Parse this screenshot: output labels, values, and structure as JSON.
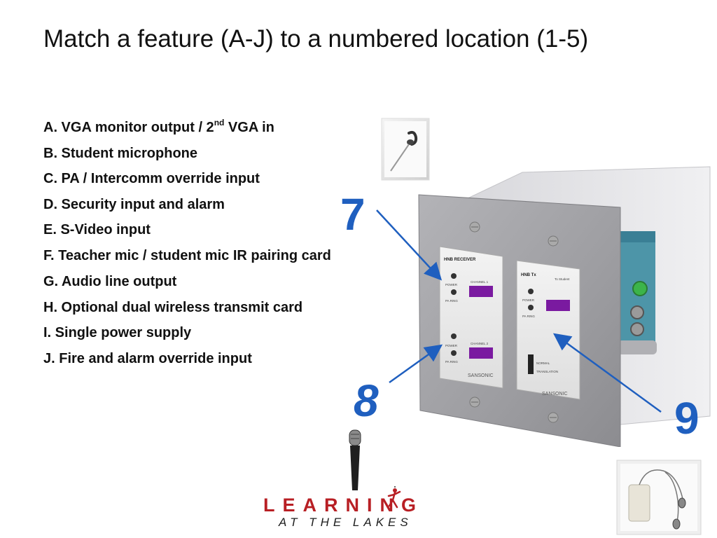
{
  "slide": {
    "title": "Match a feature (A-J) to a numbered location (1-5)",
    "features": [
      {
        "prefix": "A.  VGA monitor output / 2",
        "sup": "nd",
        "suffix": " VGA in"
      },
      {
        "text": "B.  Student microphone"
      },
      {
        "text": "C.  PA / Intercomm override input"
      },
      {
        "text": "D.  Security input and alarm"
      },
      {
        "text": "E.  S-Video input"
      },
      {
        "text": "F.  Teacher mic / student mic IR pairing card"
      },
      {
        "text": "G.  Audio line output"
      },
      {
        "text": "H.  Optional dual wireless transmit card"
      },
      {
        "text": "I.  Single power supply"
      },
      {
        "text": "J.  Fire and alarm override input"
      }
    ],
    "callouts": {
      "seven": "7",
      "eight": "8",
      "nine": "9"
    }
  },
  "device": {
    "receiver_card": {
      "title": "HNB RECEIVER",
      "power_label": "POWER",
      "pairing_label": "PA RING",
      "channel1_label": "CHANNEL 1",
      "power2_label": "POWER",
      "pairing2_label": "PA RING",
      "channel2_label": "CHANNEL 2",
      "brand": "SANSONIC"
    },
    "transmit_card": {
      "title": "HNB Tx",
      "to_label": "To Student",
      "power_label": "POWER",
      "pairing_label": "PA RING",
      "switch_label_1": "NORMAL",
      "switch_label_2": "TRANSLATION",
      "brand": "SANSONIC"
    }
  },
  "logo": {
    "main": "LEARNING",
    "sub": "AT THE LAKES"
  },
  "colors": {
    "callout_blue": "#1f5fbf",
    "logo_red": "#b81f24",
    "display_purple": "#7a1aa0"
  }
}
